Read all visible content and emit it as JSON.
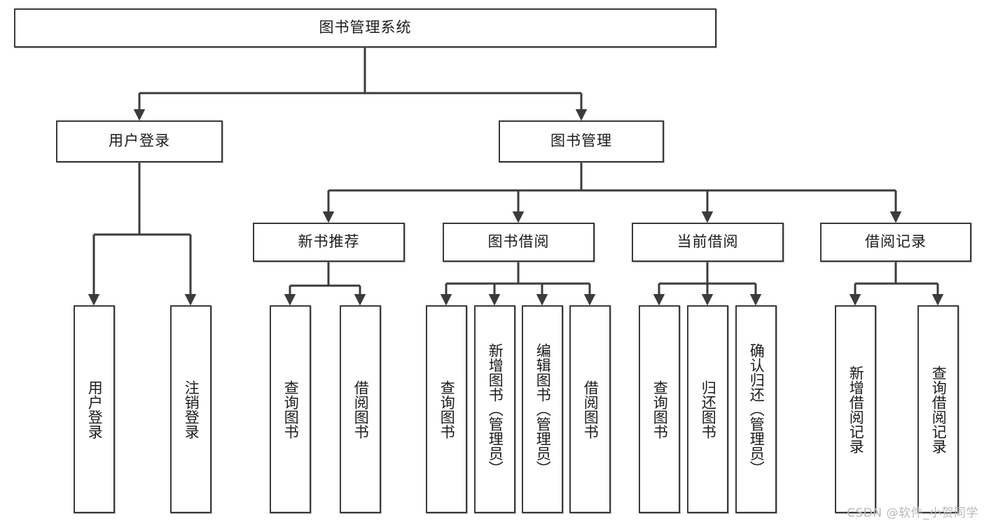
{
  "diagram": {
    "type": "tree",
    "root": {
      "id": "root",
      "label": "图书管理系统"
    },
    "level1": [
      {
        "id": "login",
        "label": "用户登录"
      },
      {
        "id": "bookmgmt",
        "label": "图书管理"
      }
    ],
    "level2": [
      {
        "id": "newbook",
        "label": "新书推荐",
        "parent": "bookmgmt"
      },
      {
        "id": "borrow",
        "label": "图书借阅",
        "parent": "bookmgmt"
      },
      {
        "id": "current",
        "label": "当前借阅",
        "parent": "bookmgmt"
      },
      {
        "id": "record",
        "label": "借阅记录",
        "parent": "bookmgmt"
      }
    ],
    "leaves": {
      "login": [
        {
          "id": "leaf-user-login",
          "label": "用户登录"
        },
        {
          "id": "leaf-user-logout",
          "label": "注销登录"
        }
      ],
      "newbook": [
        {
          "id": "leaf-query-book-1",
          "label": "查询图书"
        },
        {
          "id": "leaf-borrow-book-1",
          "label": "借阅图书"
        }
      ],
      "borrow": [
        {
          "id": "leaf-query-book-2",
          "label": "查询图书"
        },
        {
          "id": "leaf-add-book",
          "label": "新增图书（管理员）"
        },
        {
          "id": "leaf-edit-book",
          "label": "编辑图书（管理员）"
        },
        {
          "id": "leaf-borrow-book-2",
          "label": "借阅图书"
        }
      ],
      "current": [
        {
          "id": "leaf-query-book-3",
          "label": "查询图书"
        },
        {
          "id": "leaf-return-book",
          "label": "归还图书"
        },
        {
          "id": "leaf-confirm-return",
          "label": "确认归还（管理员）"
        }
      ],
      "record": [
        {
          "id": "leaf-add-record",
          "label": "新增借阅记录"
        },
        {
          "id": "leaf-query-record",
          "label": "查询借阅记录"
        }
      ]
    }
  },
  "watermark": {
    "text": "CSDN @软件_小贺同学"
  },
  "colors": {
    "stroke": "#3b3b3b",
    "box_border": "#3b3b3b",
    "background": "#ffffff",
    "text": "#1b1b1b",
    "watermark": "#b9b9b9"
  }
}
